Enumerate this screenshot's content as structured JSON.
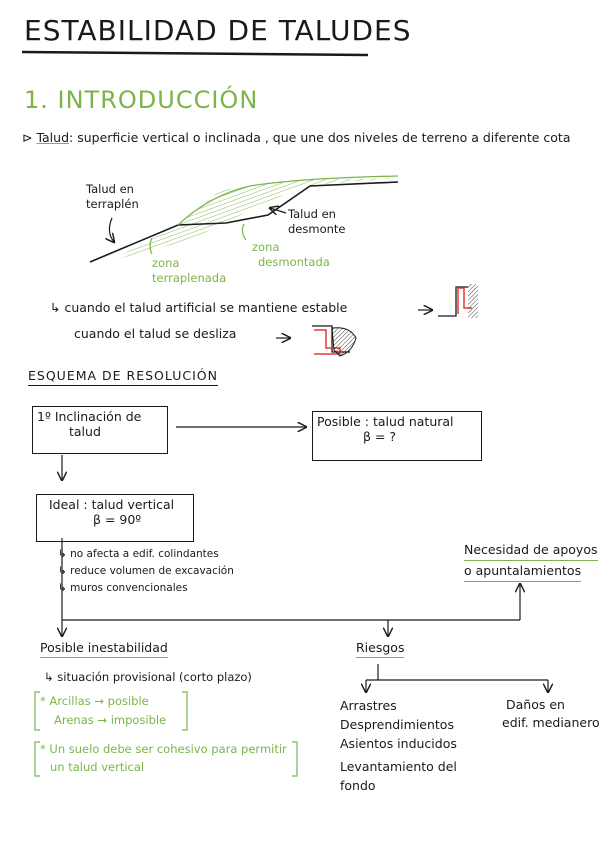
{
  "title": "ESTABILIDAD DE TALUDES",
  "section": "1. INTRODUCCIÓN",
  "talud_def": {
    "term": "Talud",
    "definition": ": superficie vertical o inclinada , que une dos niveles de terreno a diferente cota"
  },
  "diagram": {
    "label_terraplen": [
      "Talud en",
      "terraplén"
    ],
    "label_desmonte": [
      "Talud en",
      "desmonte"
    ],
    "label_zona_terraplenada": [
      "zona",
      "terraplenada"
    ],
    "label_zona_desmontada": [
      "zona",
      "desmontada"
    ]
  },
  "cases": {
    "stable": "cuando el talud artificial se mantiene estable",
    "slides": "cuando el talud se desliza"
  },
  "scheme_title": "ESQUEMA DE RESOLUCIÓN",
  "boxes": {
    "inclinacion": [
      "1º Inclinación de",
      "talud"
    ],
    "posible": [
      "Posible : talud natural",
      "β = ?"
    ],
    "ideal": [
      "Ideal : talud vertical",
      "β = 90º"
    ]
  },
  "ideal_notes": [
    "no afecta a edif. colindantes",
    "reduce volumen de excavación",
    "muros convencionales"
  ],
  "necesidad": [
    "Necesidad de apoyos",
    "o apuntalamientos"
  ],
  "inestabilidad": {
    "title": "Posible inestabilidad",
    "note": "situación provisional (corto plazo)",
    "bracket1": [
      "* Arcillas → posible",
      "Arenas → imposible"
    ],
    "bracket2": [
      "* Un suelo debe ser cohesivo para permitir",
      "un talud vertical"
    ]
  },
  "riesgos": {
    "title": "Riesgos",
    "left": [
      "Arrastres",
      "Desprendimientos",
      "Asientos inducidos",
      "Levantamiento del",
      "fondo"
    ],
    "right": [
      "Daños en",
      "edif. medianeros"
    ]
  },
  "colors": {
    "accent": "#7bb54a",
    "ink": "#1a1a1a",
    "warn": "#e53935"
  }
}
